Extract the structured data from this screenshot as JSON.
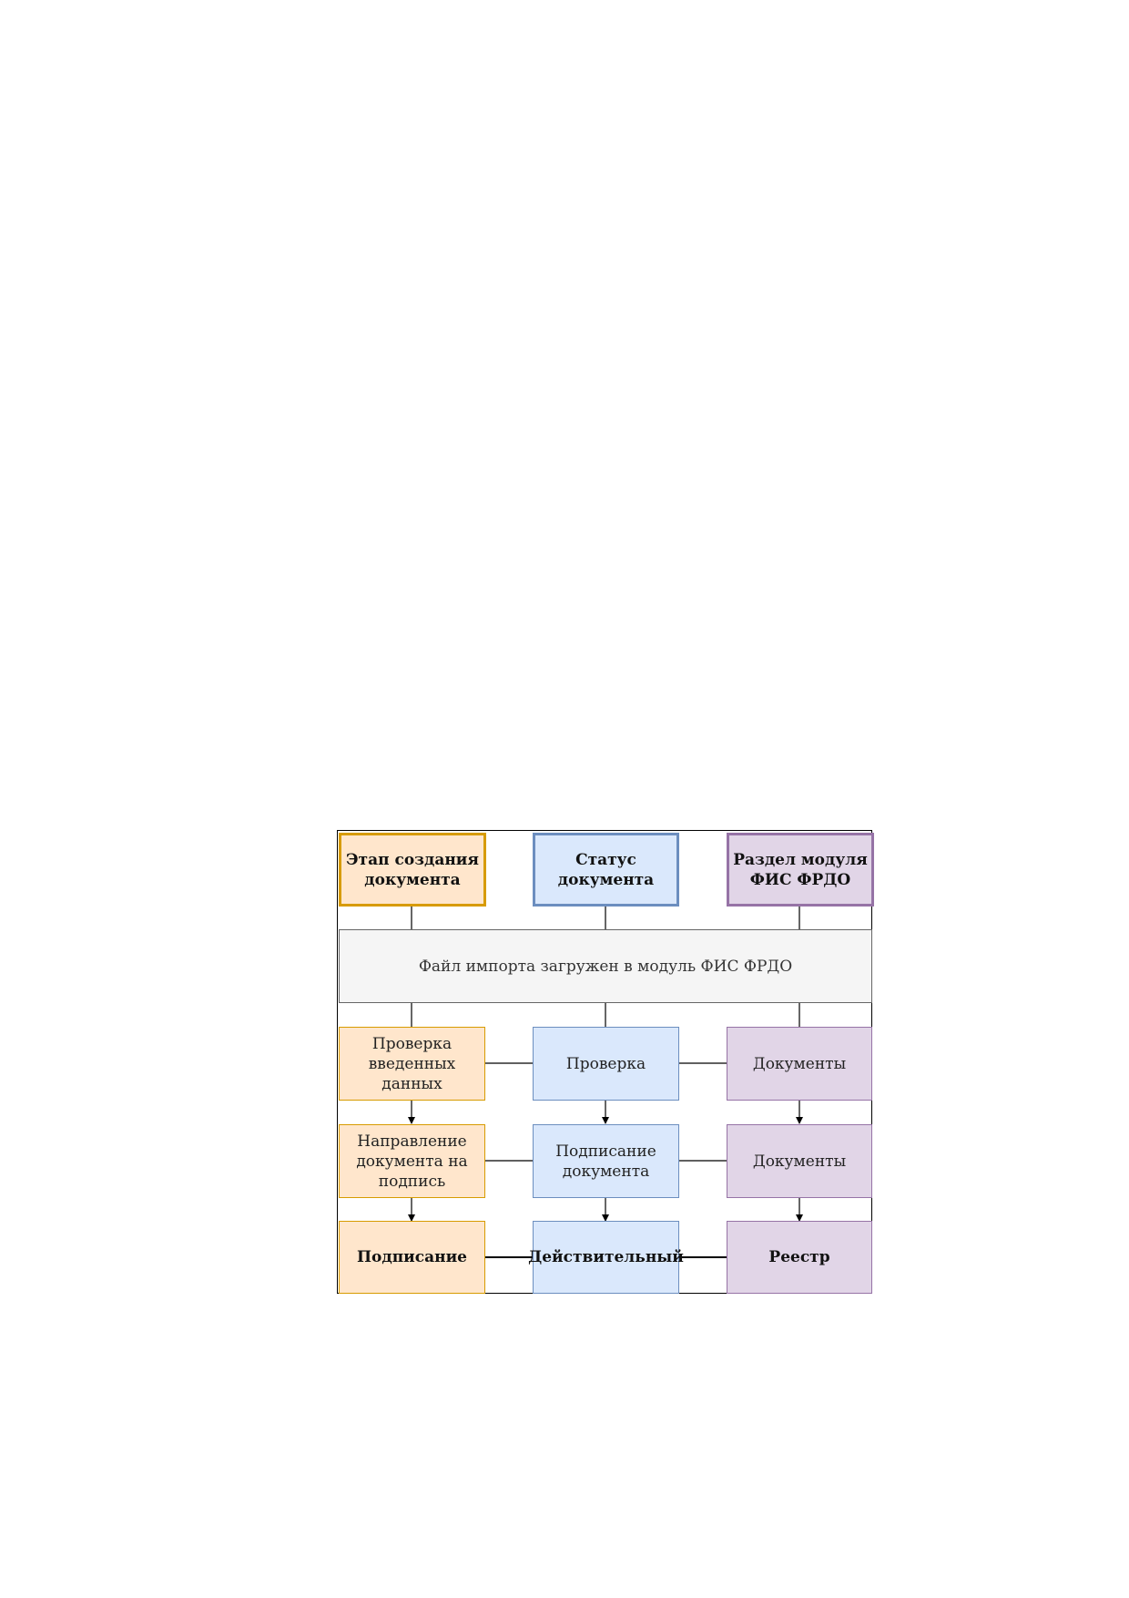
{
  "diagram": {
    "headers": {
      "stage": "Этап создания документа",
      "status": "Статус документа",
      "section": "Раздел модуля ФИС ФРДО"
    },
    "import_banner": "Файл импорта загружен в модуль ФИС ФРДО",
    "rows": [
      {
        "stage": "Проверка введенных данных",
        "status": "Проверка",
        "section": "Документы"
      },
      {
        "stage": "Направление документа на подпись",
        "status": "Подписание документа",
        "section": "Документы"
      },
      {
        "stage": "Подписание",
        "status": "Действительный",
        "section": "Реестр"
      }
    ],
    "colors": {
      "stage_fill": "#ffe6cc",
      "stage_border": "#d79b00",
      "status_fill": "#dae8fc",
      "status_border": "#6c8ebf",
      "section_fill": "#e1d5e7",
      "section_border": "#9673a6",
      "banner_fill": "#f5f5f5",
      "banner_border": "#666666"
    }
  }
}
